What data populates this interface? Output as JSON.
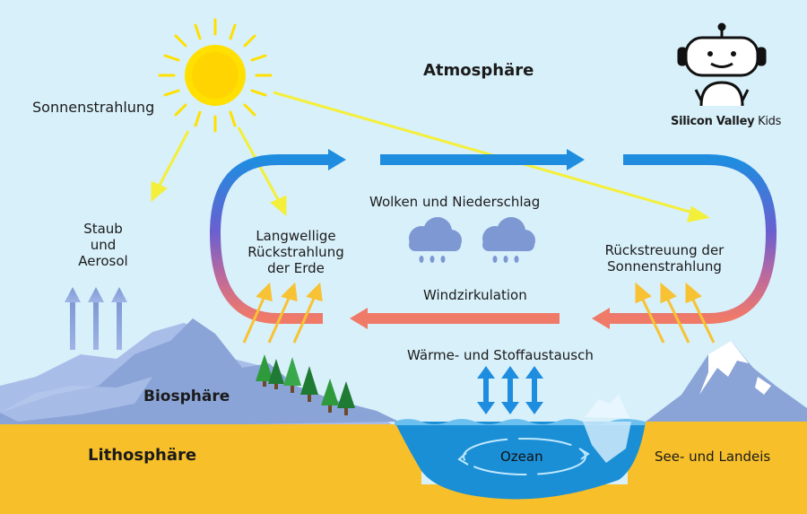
{
  "title": "Atmosphäre",
  "labels": {
    "sun_radiation": "Sonnenstrahlung",
    "dust": [
      "Staub",
      "und",
      "Aerosol"
    ],
    "longwave": [
      "Langwellige",
      "Rückstrahlung",
      "der Erde"
    ],
    "clouds": "Wolken und Niederschlag",
    "backscatter": [
      "Rückstreuung der",
      "Sonnenstrahlung"
    ],
    "wind": "Windzirkulation",
    "exchange": "Wärme- und Stoffaustausch",
    "biosphere": "Biosphäre",
    "lithosphere": "Lithosphäre",
    "ocean": "Ozean",
    "ice": "See- und Landeis"
  },
  "logo": {
    "name": "Silicon Valley",
    "suffix": "Kids"
  },
  "colors": {
    "sky": "#d8f0fa",
    "ground": "#f7bf2a",
    "water": "#1a8fd6",
    "arrow_blue": "#1e8de0",
    "arrow_red": "#f07a68",
    "sun": "#ffe000",
    "mountain": "#8aa4d8",
    "tree": "#2f9a3c"
  }
}
